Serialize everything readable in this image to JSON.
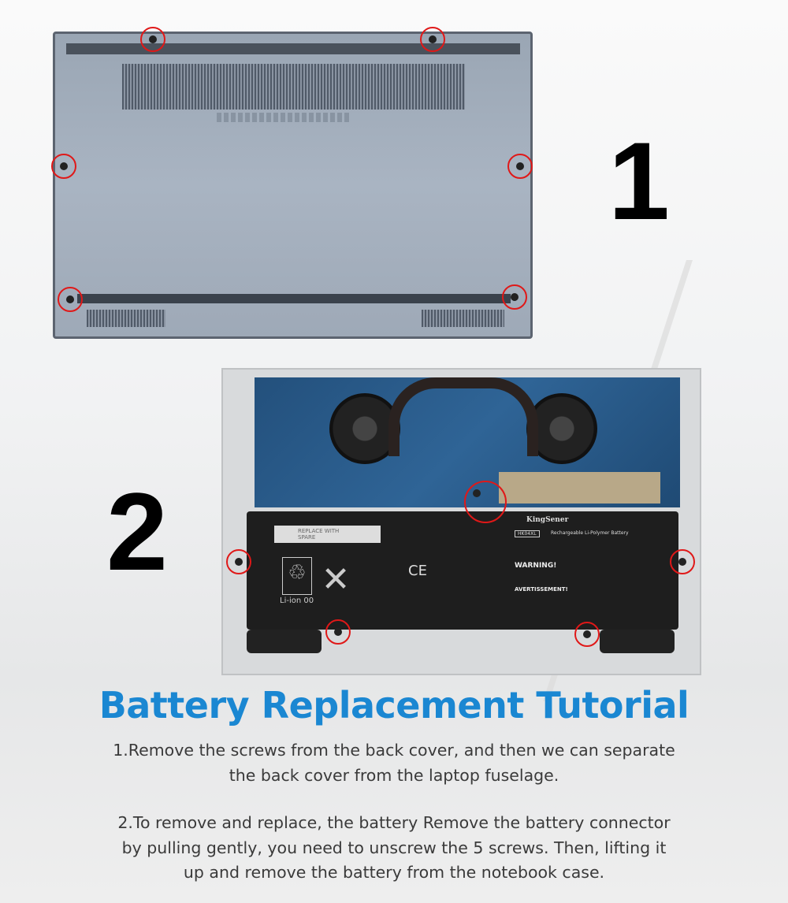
{
  "steps": [
    {
      "number": "1"
    },
    {
      "number": "2"
    }
  ],
  "battery_label": {
    "brand": "KingSener",
    "model": "HK04XL",
    "type": "Rechargeable Li-Polymer Battery",
    "warning": "WARNING!",
    "warning_fr": "AVERTISSEMENT!",
    "recycle": "Li-ion 00",
    "ce": "CE",
    "sticker": "REPLACE WITH SPARE"
  },
  "title": "Battery Replacement Tutorial",
  "instructions": {
    "step1_line1": "1.Remove the screws from the back cover, and then we can separate",
    "step1_line2": "the back cover from the laptop fuselage.",
    "step2_line1": "2.To remove and replace, the battery Remove the battery connector",
    "step2_line2": "by pulling gently, you need to unscrew the 5 screws. Then, lifting it",
    "step2_line3": "up and remove the battery from the notebook case."
  },
  "colors": {
    "title": "#1a87d2",
    "screw_marker": "#e01818"
  }
}
